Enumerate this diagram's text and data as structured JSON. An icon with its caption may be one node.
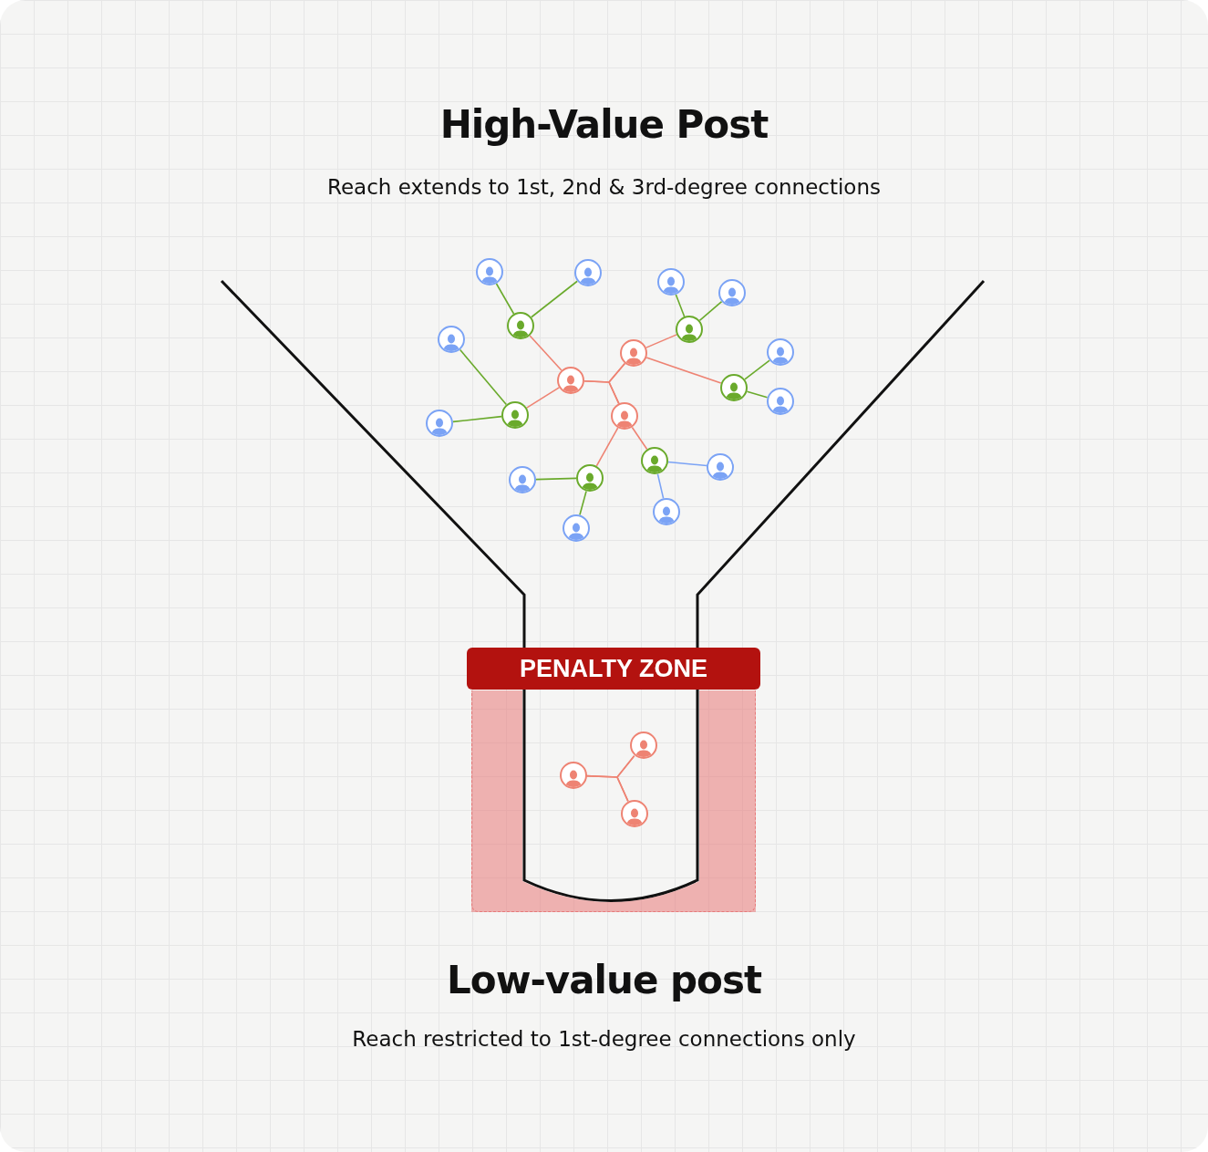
{
  "diagram": {
    "title": "High-Value Post",
    "nodes": [
      {
        "text": [],
        "shape": "person"
      },
      {
        "text": [],
        "shape": "person"
      },
      {
        "text": [],
        "shape": "person"
      },
      {
        "text": [],
        "shape": "person"
      },
      {
        "text": [],
        "shape": "person"
      },
      {
        "text": [],
        "shape": "person"
      },
      {
        "text": [],
        "shape": "person"
      },
      {
        "text": [],
        "shape": "person"
      },
      {
        "text": [],
        "shape": "person"
      },
      {
        "text": [],
        "shape": "person"
      },
      {
        "text": [],
        "shape": "person"
      },
      {
        "text": [],
        "shape": "person"
      },
      {
        "text": [],
        "shape": "person"
      },
      {
        "text": [],
        "shape": "person"
      },
      {
        "text": [],
        "shape": "person"
      },
      {
        "text": [],
        "shape": "person"
      },
      {
        "text": [],
        "shape": "person"
      },
      {
        "text": [],
        "shape": "person"
      },
      {
        "text": [],
        "shape": "person"
      },
      {
        "text": [],
        "shape": "person"
      },
      {
        "text": [],
        "shape": "person"
      },
      {
        "text": [
          "PENALTY ZONE"
        ]
      },
      {
        "text": [],
        "shape": "box"
      },
      {
        "text": [],
        "shape": "person",
        "in": 22
      },
      {
        "text": [],
        "shape": "person",
        "in": 22
      },
      {
        "text": [],
        "shape": "person",
        "in": 22
      }
    ],
    "edges": [
      {
        "from": 9,
        "to": 8,
        "arrow": "none",
        "color": "#ee8373"
      },
      {
        "from": 9,
        "to": 13,
        "arrow": "none",
        "color": "#ee8373"
      },
      {
        "from": 8,
        "to": 13,
        "arrow": "none",
        "color": "#ee8373"
      },
      {
        "from": 9,
        "to": 4,
        "arrow": "none",
        "color": "#ee8373"
      },
      {
        "from": 9,
        "to": 12,
        "arrow": "none",
        "color": "#ee8373"
      },
      {
        "from": 8,
        "to": 5,
        "arrow": "none",
        "color": "#ee8373"
      },
      {
        "from": 8,
        "to": 10,
        "arrow": "none",
        "color": "#ee8373"
      },
      {
        "from": 13,
        "to": 17,
        "arrow": "none",
        "color": "#ee8373"
      },
      {
        "from": 13,
        "to": 15,
        "arrow": "none",
        "color": "#ee8373"
      },
      {
        "from": 4,
        "to": 0,
        "arrow": "none",
        "color": "#6aaa2c"
      },
      {
        "from": 4,
        "to": 1,
        "arrow": "none",
        "color": "#6aaa2c"
      },
      {
        "from": 12,
        "to": 6,
        "arrow": "none",
        "color": "#6aaa2c"
      },
      {
        "from": 12,
        "to": 14,
        "arrow": "none",
        "color": "#6aaa2c"
      },
      {
        "from": 5,
        "to": 2,
        "arrow": "none",
        "color": "#6aaa2c"
      },
      {
        "from": 5,
        "to": 3,
        "arrow": "none",
        "color": "#6aaa2c"
      },
      {
        "from": 10,
        "to": 7,
        "arrow": "none",
        "color": "#6aaa2c"
      },
      {
        "from": 10,
        "to": 11,
        "arrow": "none",
        "color": "#6aaa2c"
      },
      {
        "from": 17,
        "to": 18,
        "arrow": "none",
        "color": "#6aaa2c"
      },
      {
        "from": 17,
        "to": 20,
        "arrow": "none",
        "color": "#6aaa2c"
      },
      {
        "from": 15,
        "to": 16,
        "arrow": "none",
        "color": "#7ba3f5"
      },
      {
        "from": 15,
        "to": 19,
        "arrow": "none",
        "color": "#7ba3f5"
      },
      {
        "from": 24,
        "to": 23,
        "arrow": "none",
        "color": "#ee8373"
      },
      {
        "from": 24,
        "to": 25,
        "arrow": "none",
        "color": "#ee8373"
      },
      {
        "from": 23,
        "to": 25,
        "arrow": "none",
        "color": "#ee8373"
      }
    ],
    "labels": [
      "Reach extends to 1st, 2nd & 3rd-degree connections",
      "Low-value post",
      "Reach restricted to 1st-degree connections only"
    ]
  }
}
